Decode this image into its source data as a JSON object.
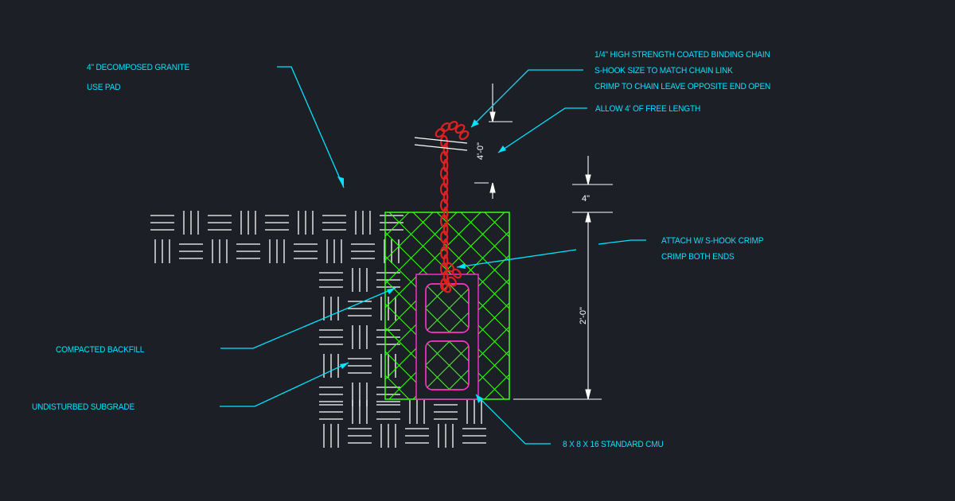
{
  "labels": {
    "granite_line1": "4\" DECOMPOSED GRANITE",
    "granite_line2": "USE PAD",
    "chain_line1": "1/4\" HIGH STRENGTH COATED BINDING CHAIN",
    "chain_line2": "S-HOOK SIZE TO MATCH CHAIN LINK",
    "chain_line3": "CRIMP TO CHAIN LEAVE OPPOSITE END OPEN",
    "free_length": "ALLOW 4' OF FREE LENGTH",
    "attach_line1": "ATTACH W/ S-HOOK CRIMP",
    "attach_line2": "CRIMP BOTH ENDS",
    "backfill": "COMPACTED BACKFILL",
    "subgrade": "UNDISTURBED SUBGRADE",
    "cmu": "8 X 8 X 16 STANDARD CMU"
  },
  "dimensions": {
    "chain_length": "4'-0\"",
    "pad_depth": "4\"",
    "block_depth": "2'-0\""
  },
  "colors": {
    "background": "#1d1f26",
    "leader": "#00e5ff",
    "hatch": "#ffffff",
    "backfill": "#39ff14",
    "cmu": "#ff33cc",
    "chain": "#e02020",
    "dimension": "#ffffff"
  }
}
